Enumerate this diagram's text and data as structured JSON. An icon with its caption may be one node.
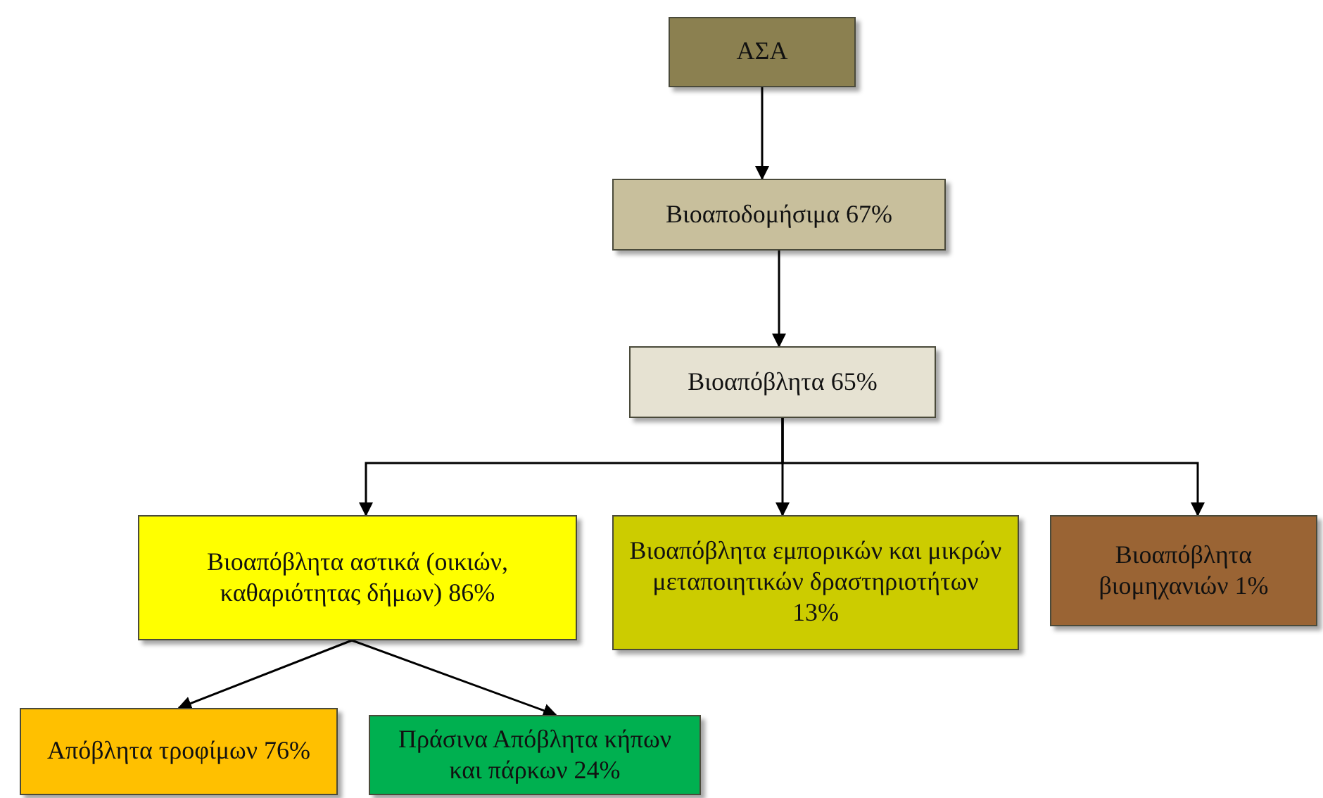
{
  "diagram": {
    "nodes": [
      {
        "text": [
          "ΑΣΑ"
        ]
      },
      {
        "text": [
          "Βιοαποδομήσιμα 67%"
        ]
      },
      {
        "text": [
          "Βιοαπόβλητα 65%"
        ]
      },
      {
        "text": [
          "Βιοαπόβλητα αστικά (οικιών, καθαριότητας δήμων) 86%"
        ]
      },
      {
        "text": [
          "Βιοαπόβλητα εμπορικών και μικρών μεταποιητικών δραστηριοτήτων 13%"
        ]
      },
      {
        "text": [
          "Βιοαπόβλητα βιομηχανιών 1%"
        ]
      },
      {
        "text": [
          "Απόβλητα τροφίμων 76%"
        ]
      },
      {
        "text": [
          "Πράσινα Απόβλητα κήπων και πάρκων 24%"
        ]
      }
    ],
    "edges": [
      {
        "from": 0,
        "to": 1,
        "arrow": "to"
      },
      {
        "from": 1,
        "to": 2,
        "arrow": "to"
      },
      {
        "from": 2,
        "to": 3,
        "arrow": "to"
      },
      {
        "from": 2,
        "to": 4,
        "arrow": "to"
      },
      {
        "from": 2,
        "to": 5,
        "arrow": "to"
      },
      {
        "from": 3,
        "to": 6,
        "arrow": "to"
      },
      {
        "from": 3,
        "to": 7,
        "arrow": "to"
      }
    ]
  }
}
